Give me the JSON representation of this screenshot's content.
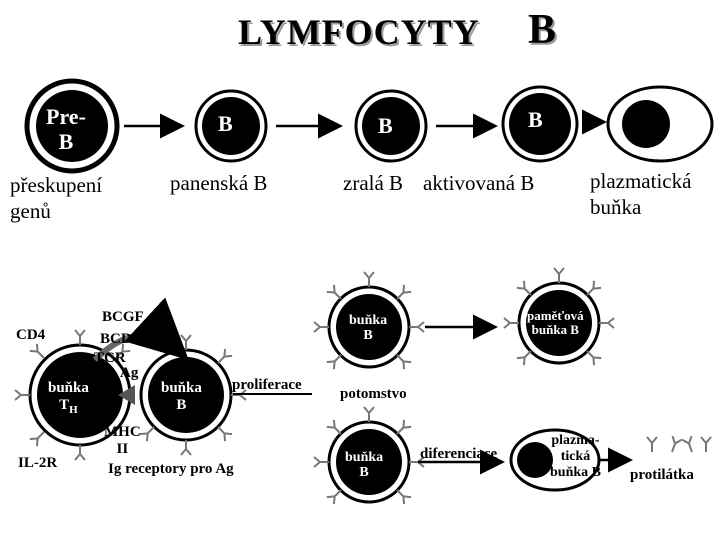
{
  "title": {
    "main": "LYMFOCYTY",
    "letter": "B"
  },
  "top_row": {
    "cells": [
      "Pre-\nB",
      "B",
      "B",
      "B"
    ],
    "captions": [
      "přeskupení\ngenů",
      "panenská B",
      "zralá B",
      "aktivovaná B",
      "plazmatická\nbuňka"
    ]
  },
  "lower": {
    "th_cell": "buňka\nTH",
    "th_cell_line1": "buňka",
    "th_cell_sub_main": "T",
    "th_cell_sub": "H",
    "b_cell": "buňka\nB",
    "labels": {
      "cd4": "CD4",
      "bcgf": "BCGF",
      "bcdf": "BCDF",
      "tcr": "TCR",
      "ag": "Ag",
      "mhc": "MHC\nII",
      "il2r": "IL-2R",
      "ig_receptors": "Ig receptory pro Ag",
      "proliferace": "proliferace",
      "potomstvo": "potomstvo",
      "diferenciace": "diferenciace",
      "pametova": "paměťová\nbuňka B",
      "plazmaticka": "plazma-\ntická\nbuňka B",
      "protilatka": "protilátka"
    },
    "progeny_cells": [
      "buňka\nB",
      "buňka\nB"
    ]
  }
}
